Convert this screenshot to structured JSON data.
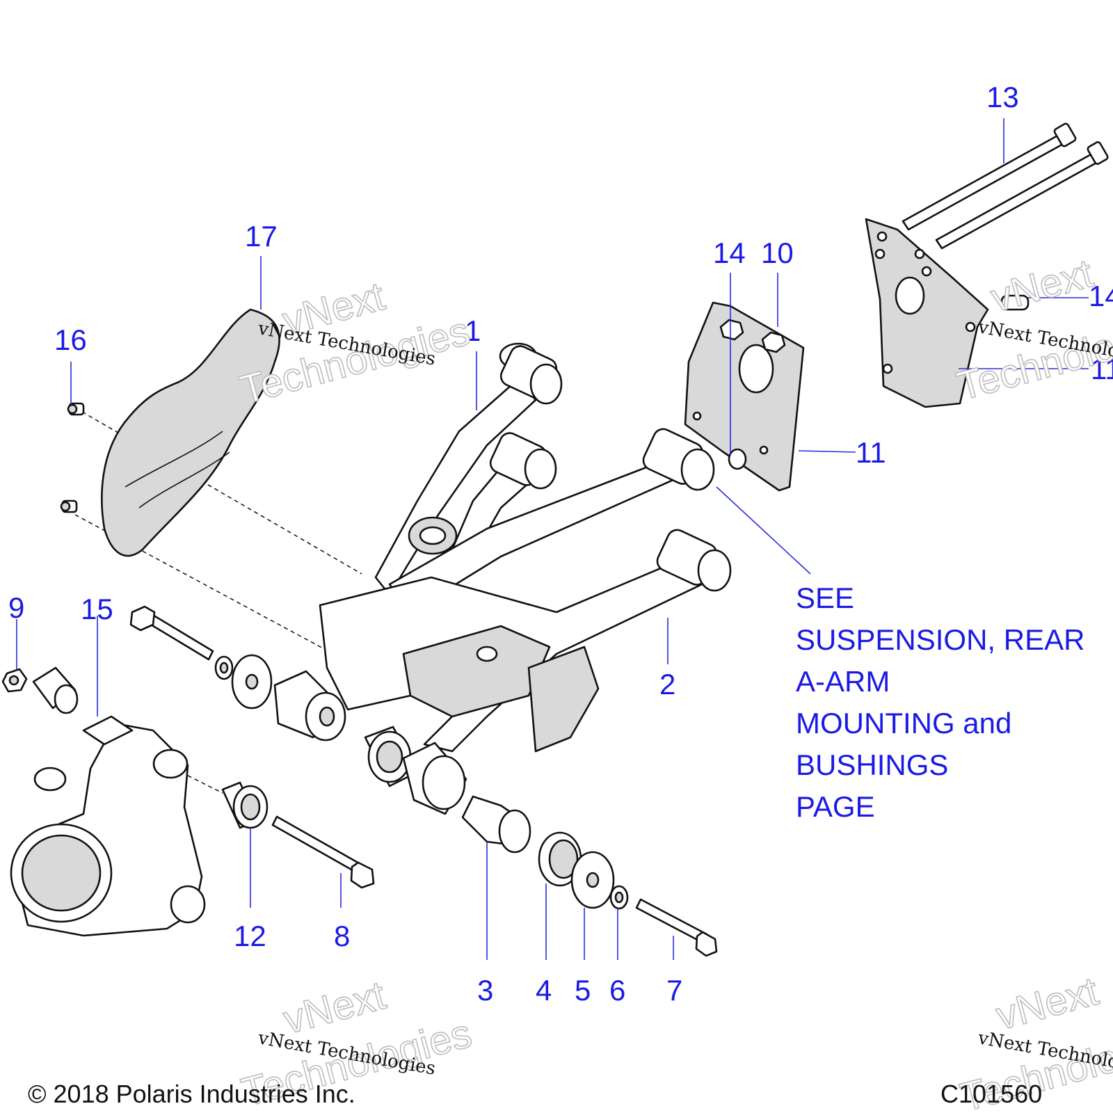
{
  "callouts": {
    "c1": "1",
    "c2": "2",
    "c3": "3",
    "c4": "4",
    "c5": "5",
    "c6": "6",
    "c7": "7",
    "c8": "8",
    "c9": "9",
    "c10": "10",
    "c11": "11",
    "c11b": "11",
    "c12": "12",
    "c13": "13",
    "c14": "14",
    "c14b": "14",
    "c15": "15",
    "c16": "16",
    "c17": "17"
  },
  "see_note": {
    "lines": [
      "SEE",
      "SUSPENSION, REAR",
      "A-ARM",
      "MOUNTING and",
      "BUSHINGS",
      "PAGE"
    ]
  },
  "watermark": {
    "large_line1": "vNext",
    "large_line2": "Technologies",
    "small": "vNext Technologies"
  },
  "footer": {
    "copyright": "© 2018 Polaris Industries Inc.",
    "drawing_id": "C101560"
  },
  "colors": {
    "callout": "#1a1ae6",
    "line_art": "#111111",
    "shading": "#d9d9d9"
  }
}
